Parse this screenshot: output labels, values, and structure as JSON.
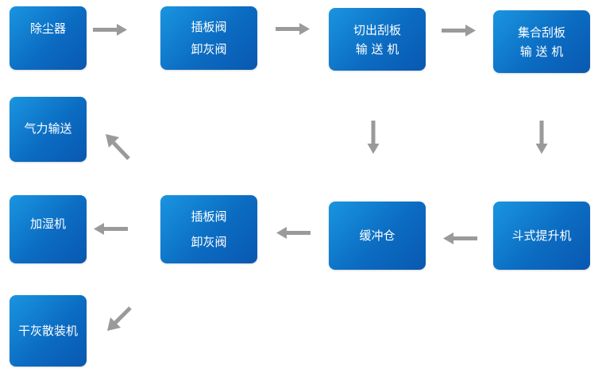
{
  "nodes": {
    "dust_collector": "除尘器",
    "gate_valve_1_line1": "插板阀",
    "gate_valve_1_line2": "卸灰阀",
    "cutout_scraper_line1": "切出刮板",
    "cutout_scraper_line2": "输 送 机",
    "collect_scraper_line1": "集合刮板",
    "collect_scraper_line2": "输 送 机",
    "pneumatic": "气力输送",
    "humidifier": "加湿机",
    "gate_valve_2_line1": "插板阀",
    "gate_valve_2_line2": "卸灰阀",
    "buffer_bin": "缓冲仓",
    "bucket_elevator": "斗式提升机",
    "bulk_loader": "干灰散装机"
  },
  "colors": {
    "box_light": "#1a95e0",
    "box_dark": "#0a58b0",
    "arrow": "#9a9a9a",
    "text": "#ffffff"
  }
}
